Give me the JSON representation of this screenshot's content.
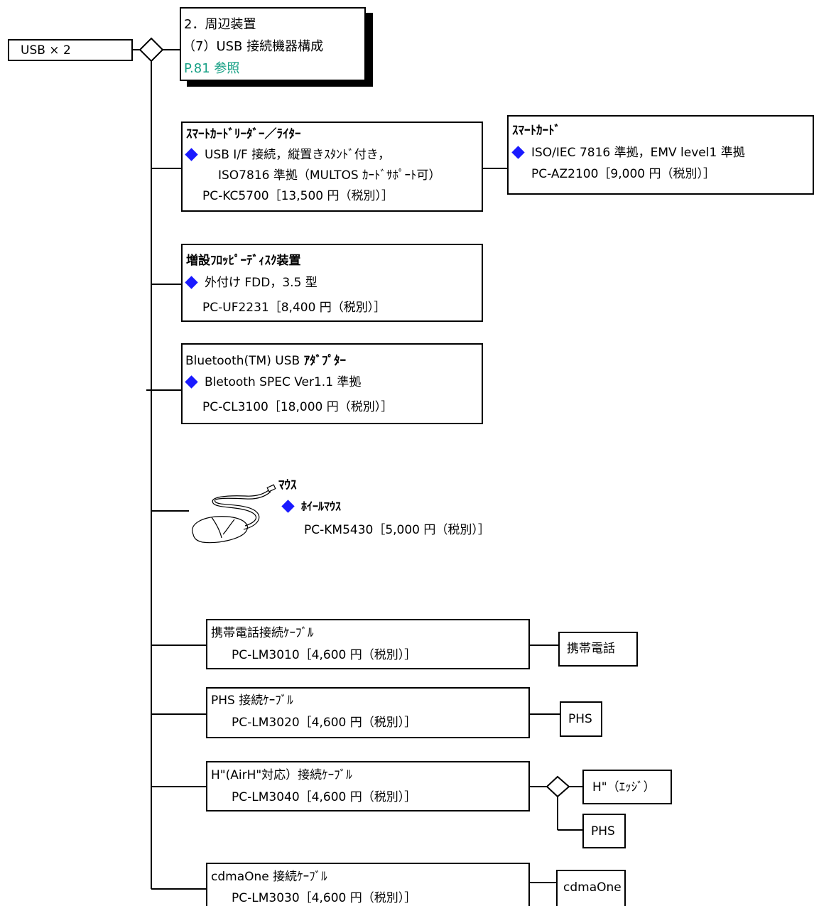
{
  "root": {
    "label": "USB × 2"
  },
  "reference": {
    "line1": "2．周辺装置",
    "line2": "（7）USB 接続機器構成",
    "line3": "P.81 参照",
    "line3_color": "#16a085"
  },
  "bullet_color": "#1a1aff",
  "items": {
    "smartcard_rw": {
      "title": "ｽﾏｰﾄｶｰﾄﾞﾘｰﾀﾞｰ／ﾗｲﾀｰ",
      "feature1": "USB I/F 接続，縦置きｽﾀﾝﾄﾞ付き，",
      "feature2": "ISO7816 準拠（MULTOS ｶｰﾄﾞｻﾎﾟｰﾄ可）",
      "product": "PC-KC5700［13,500 円（税別）］"
    },
    "smartcard": {
      "title": "ｽﾏｰﾄｶｰﾄﾞ",
      "feature1": "ISO/IEC 7816 準拠，EMV level1 準拠",
      "product": "PC-AZ2100［9,000 円（税別）］"
    },
    "fdd": {
      "title": "増設ﾌﾛｯﾋﾟｰﾃﾞｨｽｸ装置",
      "feature1": "外付け FDD，3.5 型",
      "product": "PC-UF2231［8,400 円（税別）］"
    },
    "bluetooth": {
      "title_prefix": "Bluetooth(TM) USB",
      "title_suffix": "ｱﾀﾞﾌﾟﾀｰ",
      "feature1": "Bletooth SPEC Ver1.1 準拠",
      "product": "PC-CL3100［18,000 円（税別）］"
    },
    "mouse": {
      "title": "ﾏｳｽ",
      "feature1": "ﾎｲｰﾙﾏｳｽ",
      "product": "PC-KM5430［5,000 円（税別）］"
    },
    "cable_phone": {
      "title": "携帯電話接続ｹｰﾌﾞﾙ",
      "product": "PC-LM3010［4,600 円（税別）］",
      "device": "携帯電話"
    },
    "cable_phs": {
      "title": "PHS 接続ｹｰﾌﾞﾙ",
      "product": "PC-LM3020［4,600 円（税別）］",
      "device": "PHS"
    },
    "cable_airh": {
      "title": "H\"(AirH\"対応）接続ｹｰﾌﾞﾙ",
      "product": "PC-LM3040［4,600 円（税別）］",
      "device1": "H\"（ｴｯｼﾞ）",
      "device2": "PHS"
    },
    "cable_cdma": {
      "title": "cdmaOne 接続ｹｰﾌﾞﾙ",
      "product": "PC-LM3030［4,600 円（税別）］",
      "device": "cdmaOne"
    }
  }
}
